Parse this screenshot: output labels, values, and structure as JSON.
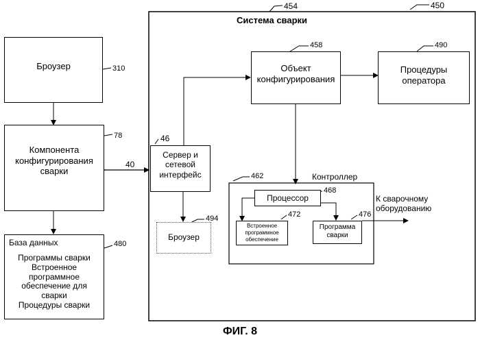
{
  "system_title": "Система сварки",
  "browser_box": {
    "label": "Броузер",
    "ref": "310"
  },
  "config_component": {
    "label_lines": [
      "Компонента",
      "конфигурирования",
      "сварки"
    ],
    "ref": "78"
  },
  "database": {
    "title": "База данных",
    "ref": "480",
    "lines": [
      "Программы сварки",
      "Встроенное",
      "программное",
      "обеспечение для",
      "сварки",
      "Процедуры сварки"
    ]
  },
  "link_ref": "40",
  "server": {
    "label_lines": [
      "Сервер и",
      "сетевой",
      "интерфейс"
    ],
    "ref": "46"
  },
  "remote_browser": {
    "label": "Броузер",
    "ref": "494"
  },
  "config_object": {
    "label_lines": [
      "Объект",
      "конфигурирования"
    ],
    "ref": "458"
  },
  "operator_procedures": {
    "label_lines": [
      "Процедуры",
      "оператора"
    ],
    "ref": "490"
  },
  "controller": {
    "label": "Контроллер",
    "ref": "462"
  },
  "processor": {
    "label": "Процессор",
    "ref": "468"
  },
  "embedded_sw": {
    "label_lines": [
      "Встроенное",
      "программное",
      "обеспечение"
    ],
    "ref": "472"
  },
  "weld_program": {
    "label_lines": [
      "Программа",
      "сварки"
    ],
    "ref": "476"
  },
  "output_label_lines": [
    "К сварочному",
    "оборудованию"
  ],
  "system_refs": {
    "inner": "454",
    "outer": "450"
  },
  "figure_caption": "ФИГ. 8"
}
